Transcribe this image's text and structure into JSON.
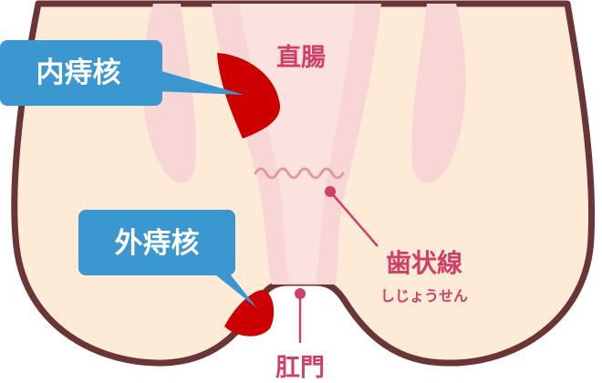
{
  "labels": {
    "internal_hemorrhoid": "内痔核",
    "external_hemorrhoid": "外痔核",
    "rectum": "直腸",
    "dentate_line": "歯状線",
    "dentate_line_reading": "しじょうせん",
    "anus": "肛門"
  },
  "colors": {
    "skin": "#fdebd8",
    "outline": "#6b3535",
    "canal": "#f9d6d6",
    "canal_inner": "#fbe2df",
    "hemorrhoid": "#cc0000",
    "callout_blue": "#3a97d0",
    "label_pink": "#cf3f66",
    "dentate_wave": "#e09a9a"
  }
}
